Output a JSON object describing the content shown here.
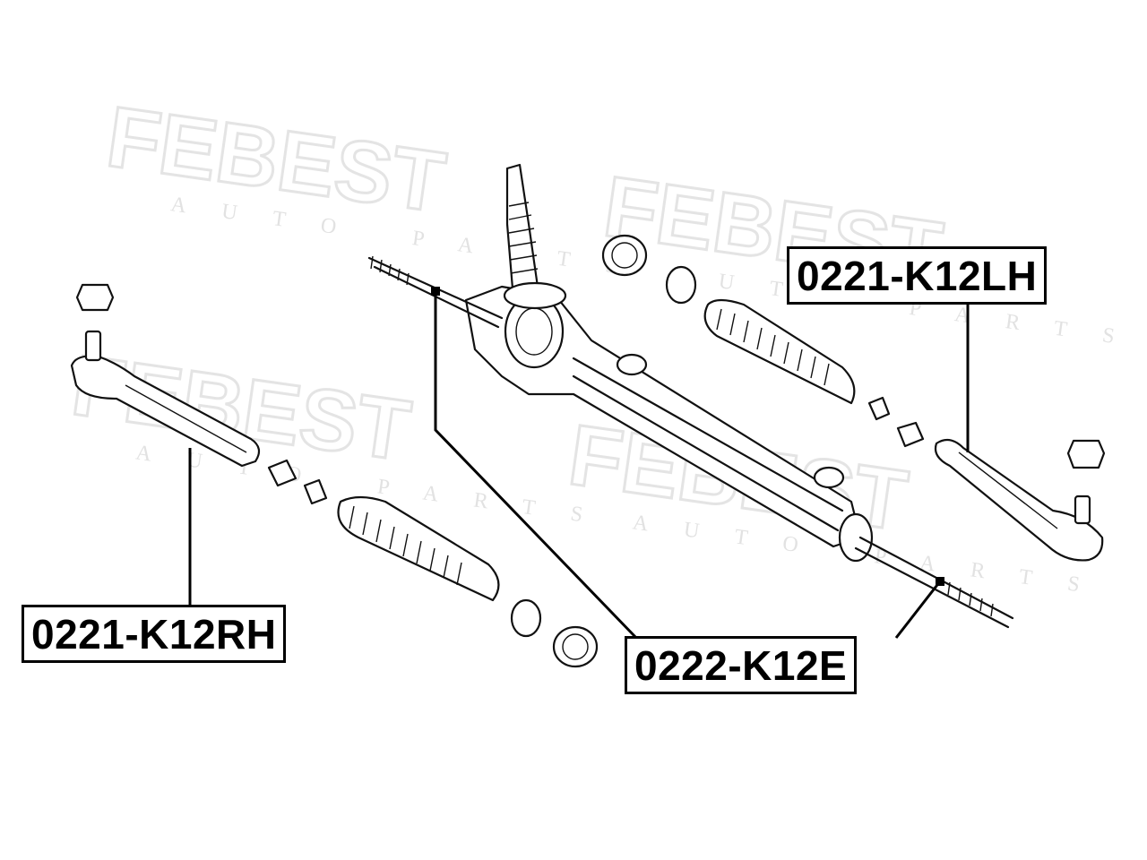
{
  "watermark": {
    "brand": "FEBEST",
    "tagline": "AUTO PARTS"
  },
  "labels": {
    "lh": "0221-K12LH",
    "rh": "0221-K12RH",
    "e": "0222-K12E"
  },
  "colors": {
    "line": "#111111",
    "watermark": "#e4e4e4",
    "background": "#ffffff"
  }
}
